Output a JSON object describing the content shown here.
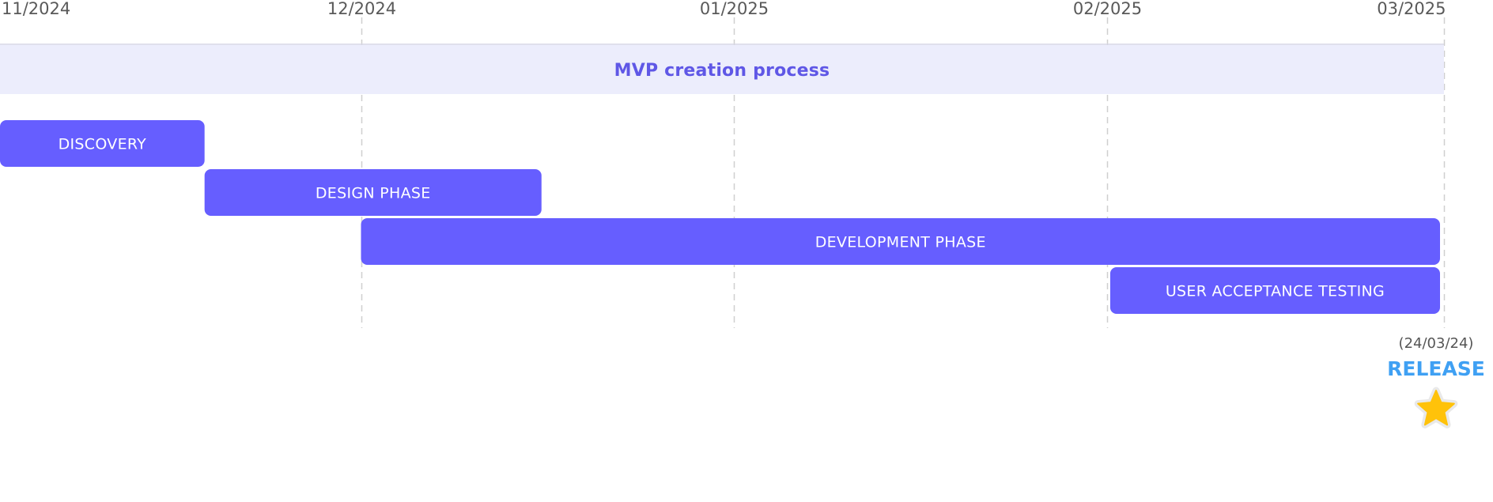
{
  "chart_data": {
    "type": "gantt",
    "x_axis": {
      "ticks": [
        "11/2024",
        "12/2024",
        "01/2025",
        "02/2025",
        "03/2025"
      ],
      "range": [
        "2024-11-01",
        "2025-03-01"
      ],
      "grid": true
    },
    "banner": {
      "label": "MVP creation process",
      "start": "2024-11-01",
      "end": "2025-03-01"
    },
    "tasks": [
      {
        "label": "DISCOVERY",
        "start": "2024-11-01",
        "end": "2024-11-18"
      },
      {
        "label": "DESIGN PHASE",
        "start": "2024-11-18",
        "end": "2024-12-16"
      },
      {
        "label": "DEVELOPMENT PHASE",
        "start": "2024-12-01",
        "end": "2025-03-01"
      },
      {
        "label": "USER ACCEPTANCE TESTING",
        "start": "2025-02-01",
        "end": "2025-03-01"
      }
    ],
    "milestone": {
      "date_label": "(24/03/24)",
      "label": "RELEASE",
      "date": "2025-03-01",
      "icon": "star-icon"
    },
    "colors": {
      "bar": "#665EFF",
      "bar_text": "#FFFFFF",
      "banner_background": "#ECEDFC",
      "banner_text": "#5F57E6",
      "milestone_label": "#3FA0F3",
      "star": "#FFC20A",
      "grid": "#CFCFCF",
      "tick_text": "#595959"
    }
  }
}
